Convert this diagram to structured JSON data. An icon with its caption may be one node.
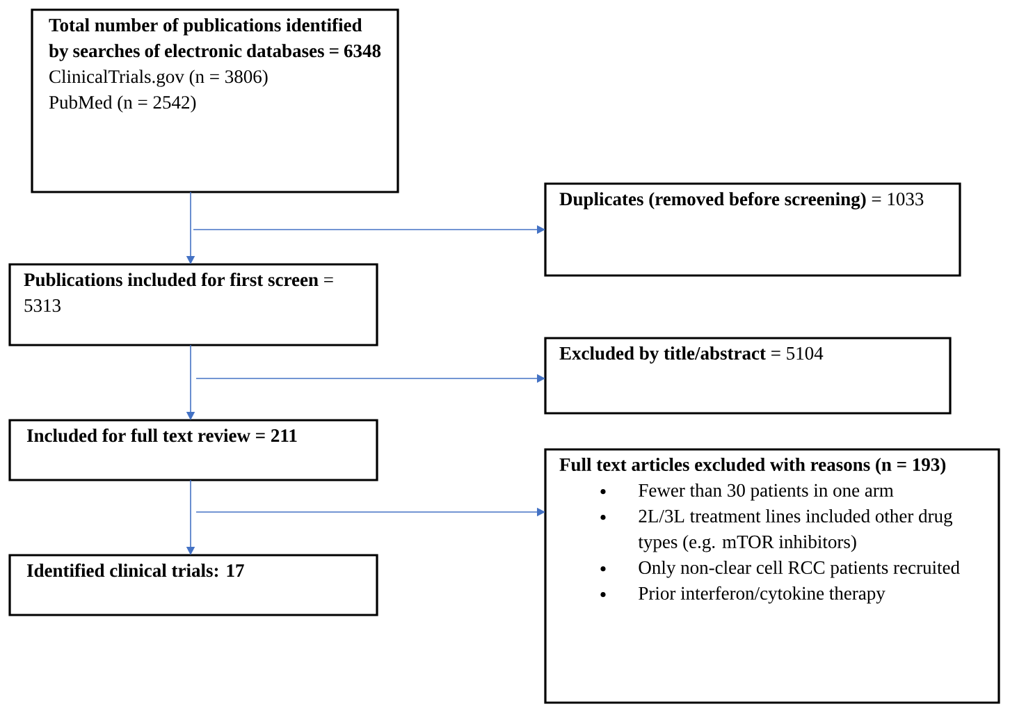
{
  "diagram": {
    "nodes": [
      {
        "text": [
          "Total number of publications identified by searches of electronic databases = 6348",
          "ClinicalTrials.gov (n = 3806)",
          "PubMed (n = 2542)"
        ]
      },
      {
        "text": [
          "**Duplicates (removed before screening)** = 1033"
        ]
      },
      {
        "text": [
          "**Publications included for first screen** = 5313"
        ]
      },
      {
        "text": [
          "**Excluded by title/abstract** = 5104"
        ]
      },
      {
        "text": [
          "Included for full text review = 211"
        ]
      },
      {
        "text": [
          "Full text articles excluded with reasons (n = 193)",
          "Fewer than 30 patients in one arm",
          "2L/3L treatment lines included other drug types (e.g. mTOR inhibitors)",
          "Only non-clear cell RCC patients recruited",
          "Prior interferon/cytokine therapy"
        ]
      },
      {
        "text": [
          "Identified clinical trials: 17"
        ]
      }
    ],
    "edges": [
      {
        "from": 0,
        "to": 2,
        "arrow": "to"
      },
      {
        "from": 0,
        "to": 1,
        "arrow": "to"
      },
      {
        "from": 2,
        "to": 4,
        "arrow": "to"
      },
      {
        "from": 2,
        "to": 3,
        "arrow": "to"
      },
      {
        "from": 4,
        "to": 6,
        "arrow": "to"
      },
      {
        "from": 4,
        "to": 5,
        "arrow": "to"
      }
    ]
  }
}
